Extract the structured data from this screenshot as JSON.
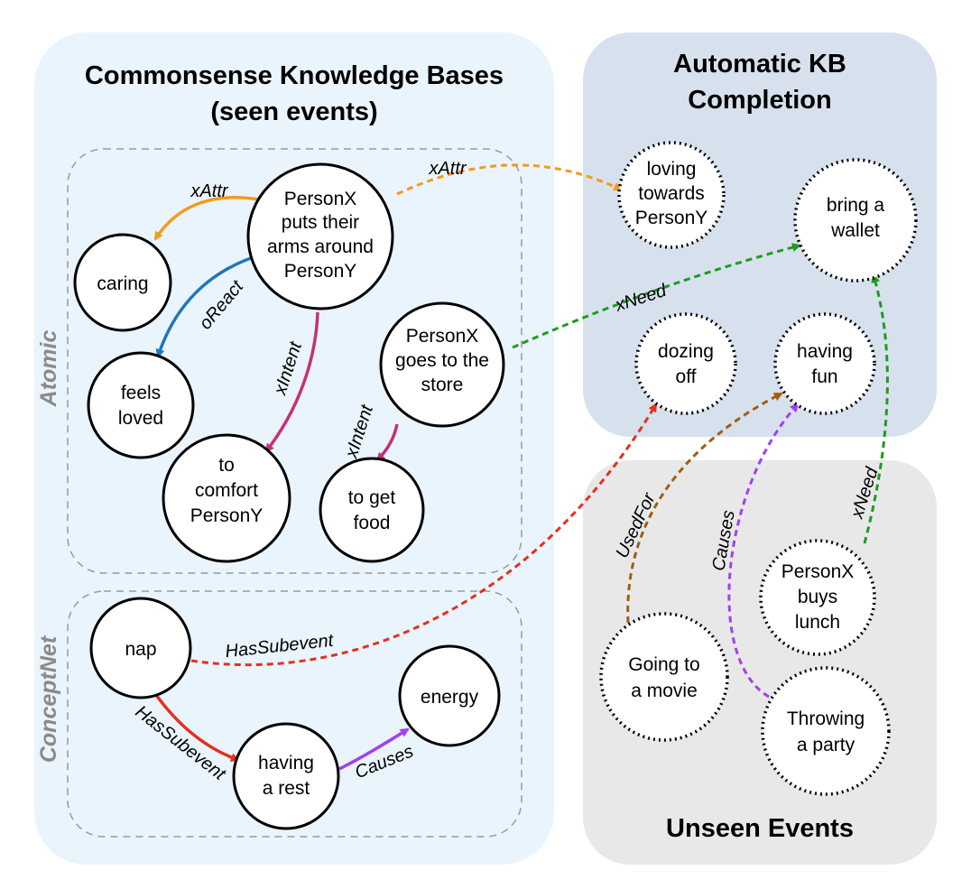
{
  "panels": {
    "kb_title_line1": "Commonsense Knowledge Bases",
    "kb_title_line2": "(seen events)",
    "auto_title_line1": "Automatic KB",
    "auto_title_line2": "Completion",
    "unseen_title": "Unseen Events"
  },
  "groups": {
    "atomic": "Atomic",
    "conceptnet": "ConceptNet"
  },
  "nodes": {
    "personx_arms": [
      "PersonX",
      "puts their",
      "arms around",
      "PersonY"
    ],
    "caring": [
      "caring"
    ],
    "feels_loved": [
      "feels",
      "loved"
    ],
    "to_comfort": [
      "to",
      "comfort",
      "PersonY"
    ],
    "personx_store": [
      "PersonX",
      "goes to the",
      "store"
    ],
    "to_get_food": [
      "to get",
      "food"
    ],
    "nap": [
      "nap"
    ],
    "having_rest": [
      "having",
      "a rest"
    ],
    "energy": [
      "energy"
    ],
    "loving_towards": [
      "loving",
      "towards",
      "PersonY"
    ],
    "bring_wallet": [
      "bring a",
      "wallet"
    ],
    "dozing_off": [
      "dozing",
      "off"
    ],
    "having_fun": [
      "having",
      "fun"
    ],
    "personx_lunch": [
      "PersonX",
      "buys",
      "lunch"
    ],
    "going_movie": [
      "Going to",
      "a movie"
    ],
    "throwing_party": [
      "Throwing",
      "a party"
    ]
  },
  "edges": {
    "xattr_caring": "xAttr",
    "oreact": "oReact",
    "xintent_comfort": "xIntent",
    "xintent_food": "xIntent",
    "xattr_loving": "xAttr",
    "xneed_wallet": "xNeed",
    "hassubevent_dozing": "HasSubevent",
    "hassubevent_rest": "HasSubevent",
    "causes_energy": "Causes",
    "usedfor": "UsedFor",
    "causes_fun": "Causes",
    "xneed_lunch": "xNeed"
  },
  "colors": {
    "kb_panel": "#eaf4fc",
    "auto_panel": "#d7e1ee",
    "unseen_panel": "#e8e8e9",
    "orange": "#f29b1d",
    "blue": "#1f77b8",
    "magenta": "#c4317a",
    "green": "#1f9a1f",
    "red": "#e3301f",
    "purple": "#a33ff0",
    "brown": "#a15d12"
  }
}
